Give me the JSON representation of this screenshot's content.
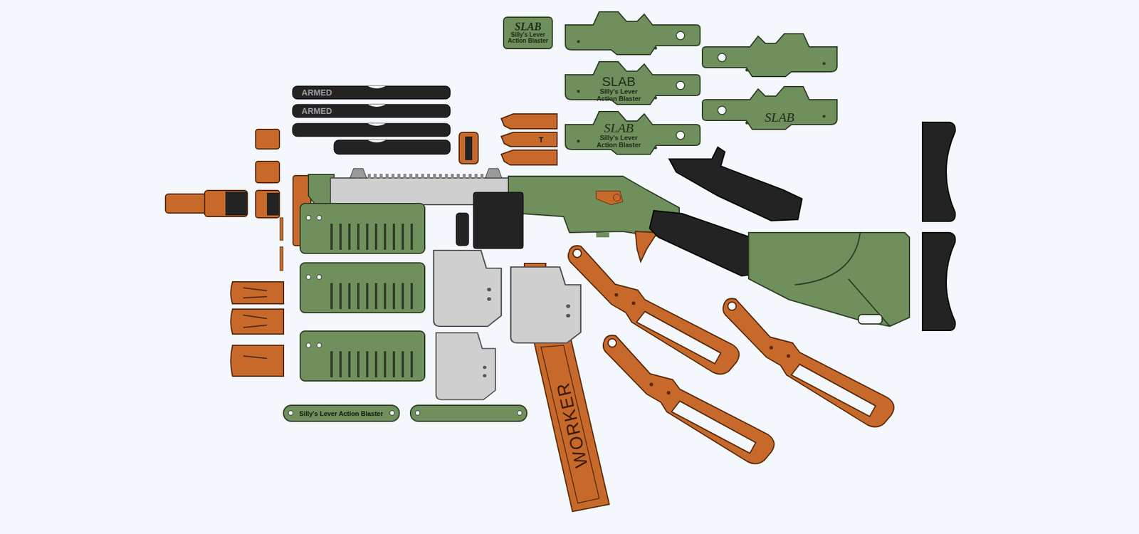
{
  "diagram": {
    "nodes": [
      {
        "text": [
          "SLAB",
          "Silly's Lever Action Blaster"
        ]
      },
      {
        "text": [
          "SLAB",
          "Silly's Lever Action Blaster"
        ]
      },
      {
        "text": [
          "SLAB",
          "Silly's Lever Action Blaster"
        ]
      },
      {
        "text": [
          "SLAB"
        ]
      },
      {
        "text": [
          "ARMED"
        ]
      },
      {
        "text": [
          "ARMED"
        ]
      },
      {
        "text": [
          "T"
        ]
      },
      {
        "text": [
          "WORKER"
        ]
      },
      {
        "text": [
          "Silly's Lever Action Blaster"
        ]
      }
    ]
  }
}
